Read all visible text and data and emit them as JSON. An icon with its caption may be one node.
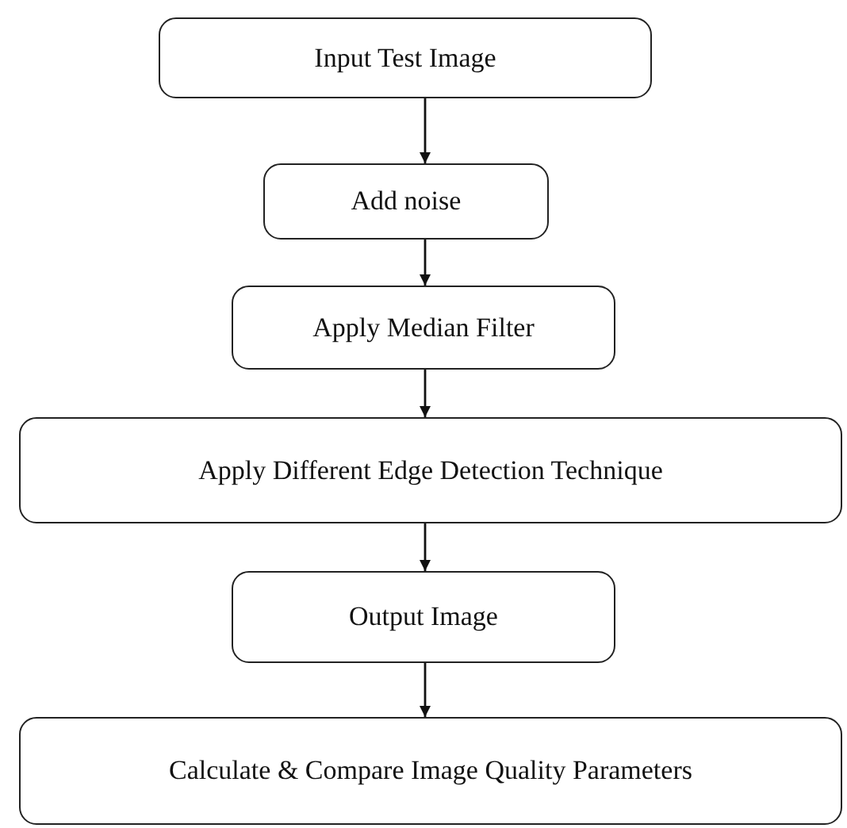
{
  "diagram": {
    "nodes": [
      {
        "text": [
          "Input Test Image"
        ]
      },
      {
        "text": [
          "Add noise"
        ]
      },
      {
        "text": [
          "Apply Median Filter"
        ]
      },
      {
        "text": [
          "Apply Different Edge Detection Technique"
        ]
      },
      {
        "text": [
          "Output Image"
        ]
      },
      {
        "text": [
          "Calculate & Compare Image Quality Parameters"
        ]
      }
    ],
    "edges": [
      {
        "from": 0,
        "to": 1,
        "arrow": "to"
      },
      {
        "from": 1,
        "to": 2,
        "arrow": "to"
      },
      {
        "from": 2,
        "to": 3,
        "arrow": "to"
      },
      {
        "from": 3,
        "to": 4,
        "arrow": "to"
      },
      {
        "from": 4,
        "to": 5,
        "arrow": "to"
      }
    ]
  }
}
